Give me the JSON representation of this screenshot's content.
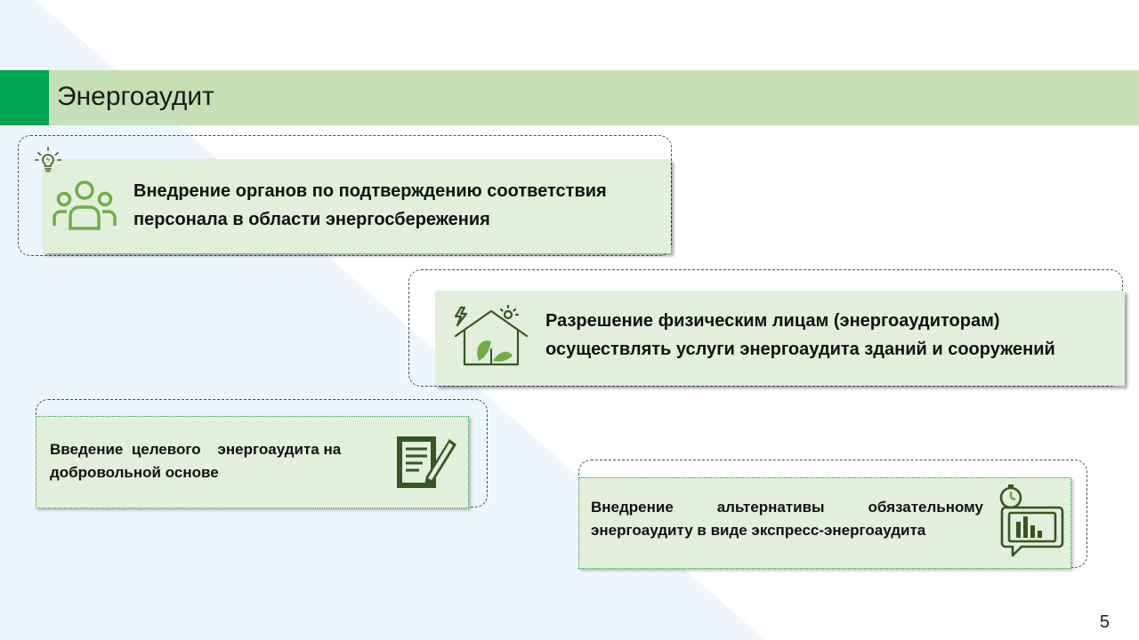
{
  "slide": {
    "title": "Энергоаудит",
    "page_number": "5"
  },
  "cards": [
    {
      "text": "Внедрение органов по подтверждению соответствия персонала в области энергосбережения",
      "icon": "people-group-icon"
    },
    {
      "text": "Разрешение физическим лицам (энергоаудиторам) осуществлять услуги энергоаудита зданий и сооружений",
      "icon": "eco-house-icon"
    },
    {
      "text": "Введение  целевого    энергоаудита на добровольной основе",
      "icon": "document-pen-icon"
    },
    {
      "text": "Внедрение альтернативы обязательному энергоаудиту в виде экспресс-энергоаудита",
      "icon": "stopwatch-chart-icon"
    }
  ],
  "colors": {
    "accent": "#00a651",
    "title_bar": "#c5e0b4",
    "card": "#e2efda",
    "icon_green": "#70ad47",
    "icon_dark": "#375623"
  }
}
